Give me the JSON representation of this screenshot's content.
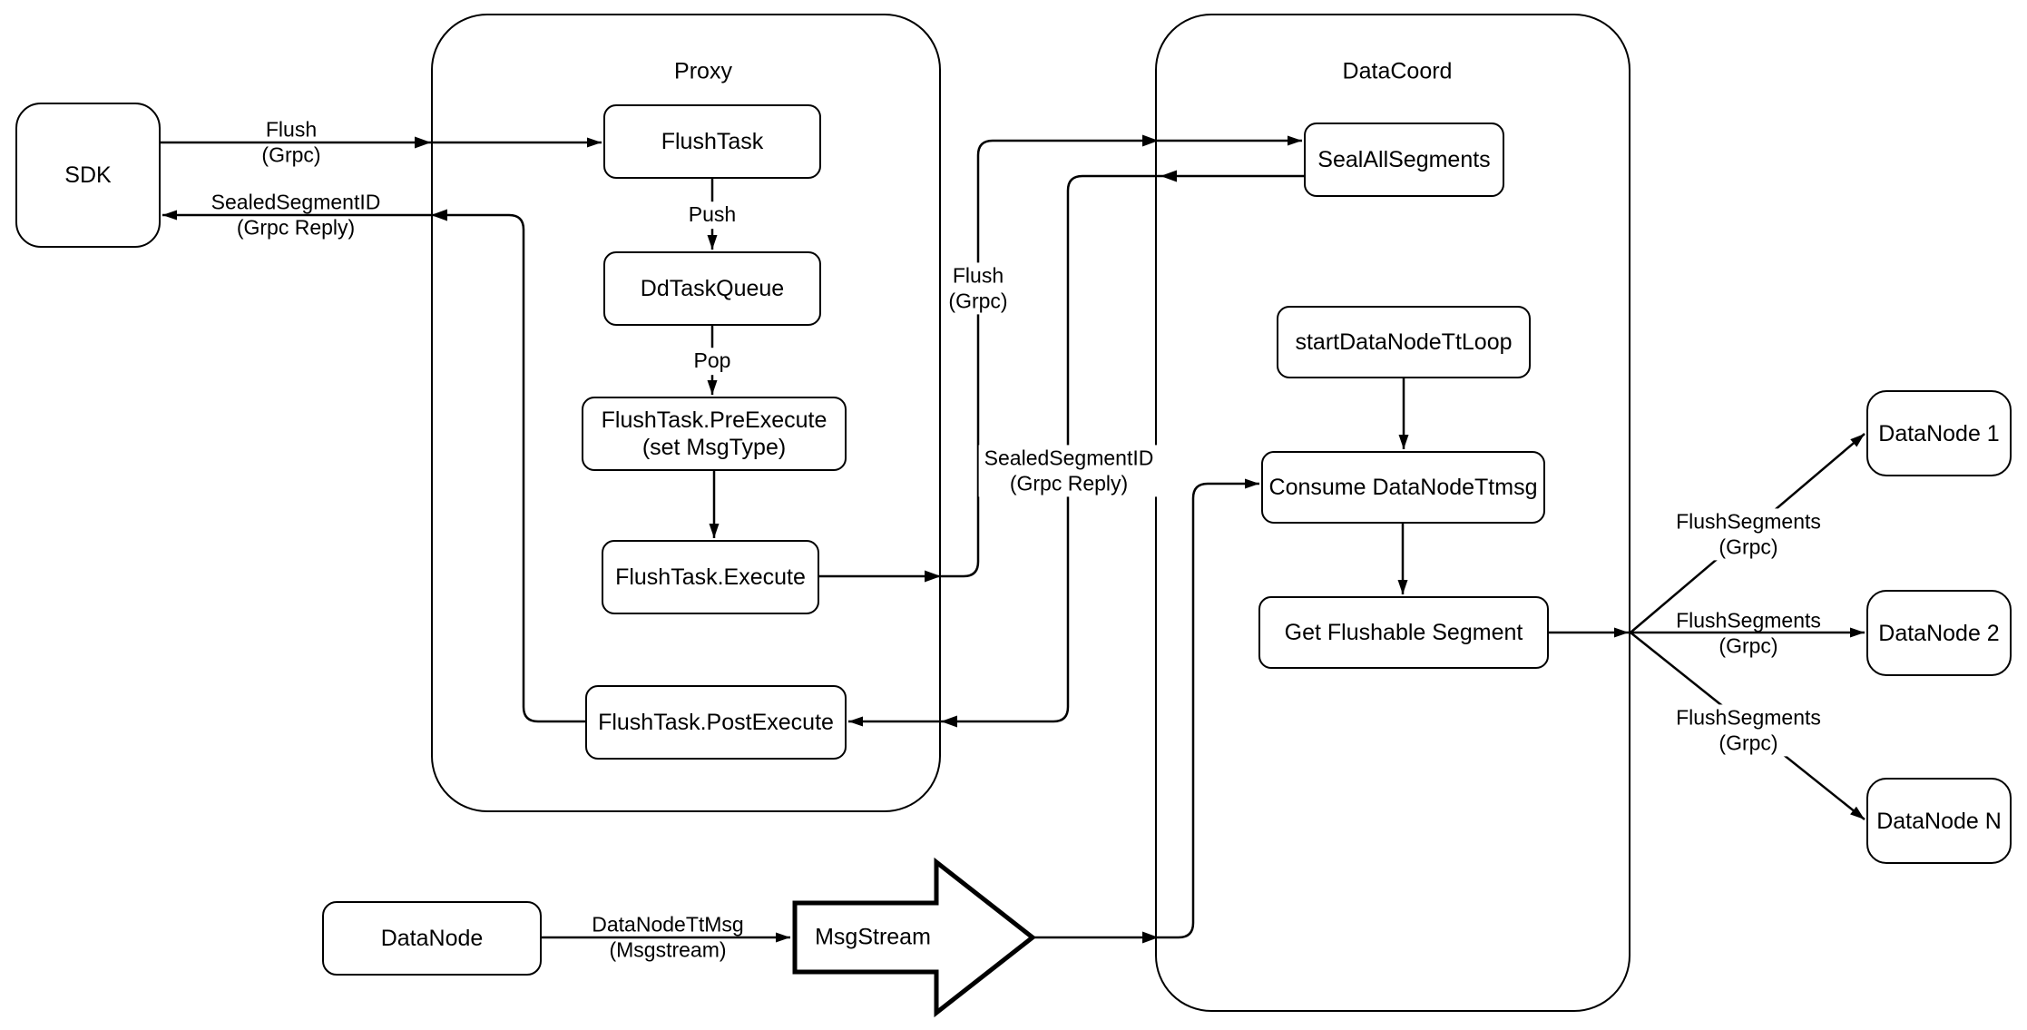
{
  "colors": {
    "stroke": "#000000",
    "fill": "#ffffff",
    "text": "#000000"
  },
  "containers": {
    "proxy": {
      "label": "Proxy"
    },
    "data_coord": {
      "label": "DataCoord"
    }
  },
  "nodes": {
    "sdk": {
      "label": "SDK"
    },
    "flush_task": {
      "label": "FlushTask"
    },
    "dd_task_queue": {
      "label": "DdTaskQueue"
    },
    "pre_execute": {
      "line1": "FlushTask.PreExecute",
      "line2": "(set MsgType)"
    },
    "execute": {
      "label": "FlushTask.Execute"
    },
    "post_execute": {
      "label": "FlushTask.PostExecute"
    },
    "seal_all_segments": {
      "label": "SealAllSegments"
    },
    "start_data_node_tt_loop": {
      "label": "startDataNodeTtLoop"
    },
    "consume_data_node_ttmsg": {
      "label": "Consume DataNodeTtmsg"
    },
    "get_flushable_segment": {
      "label": "Get Flushable Segment"
    },
    "data_node_1": {
      "label": "DataNode 1"
    },
    "data_node_2": {
      "label": "DataNode 2"
    },
    "data_node_n": {
      "label": "DataNode N"
    },
    "data_node": {
      "label": "DataNode"
    },
    "msg_stream": {
      "label": "MsgStream"
    }
  },
  "edge_labels": {
    "flush_sdk": {
      "line1": "Flush",
      "line2": "(Grpc)"
    },
    "sealed_sdk": {
      "line1": "SealedSegmentID",
      "line2": "(Grpc Reply)"
    },
    "push": {
      "label": "Push"
    },
    "pop": {
      "label": "Pop"
    },
    "flush_mid": {
      "line1": "Flush",
      "line2": "(Grpc)"
    },
    "sealed_mid": {
      "line1": "SealedSegmentID",
      "line2": "(Grpc Reply)"
    },
    "flush_segments_1": {
      "line1": "FlushSegments",
      "line2": "(Grpc)"
    },
    "flush_segments_2": {
      "line1": "FlushSegments",
      "line2": "(Grpc)"
    },
    "flush_segments_3": {
      "line1": "FlushSegments",
      "line2": "(Grpc)"
    },
    "data_node_tt_msg": {
      "line1": "DataNodeTtMsg",
      "line2": "(Msgstream)"
    }
  }
}
